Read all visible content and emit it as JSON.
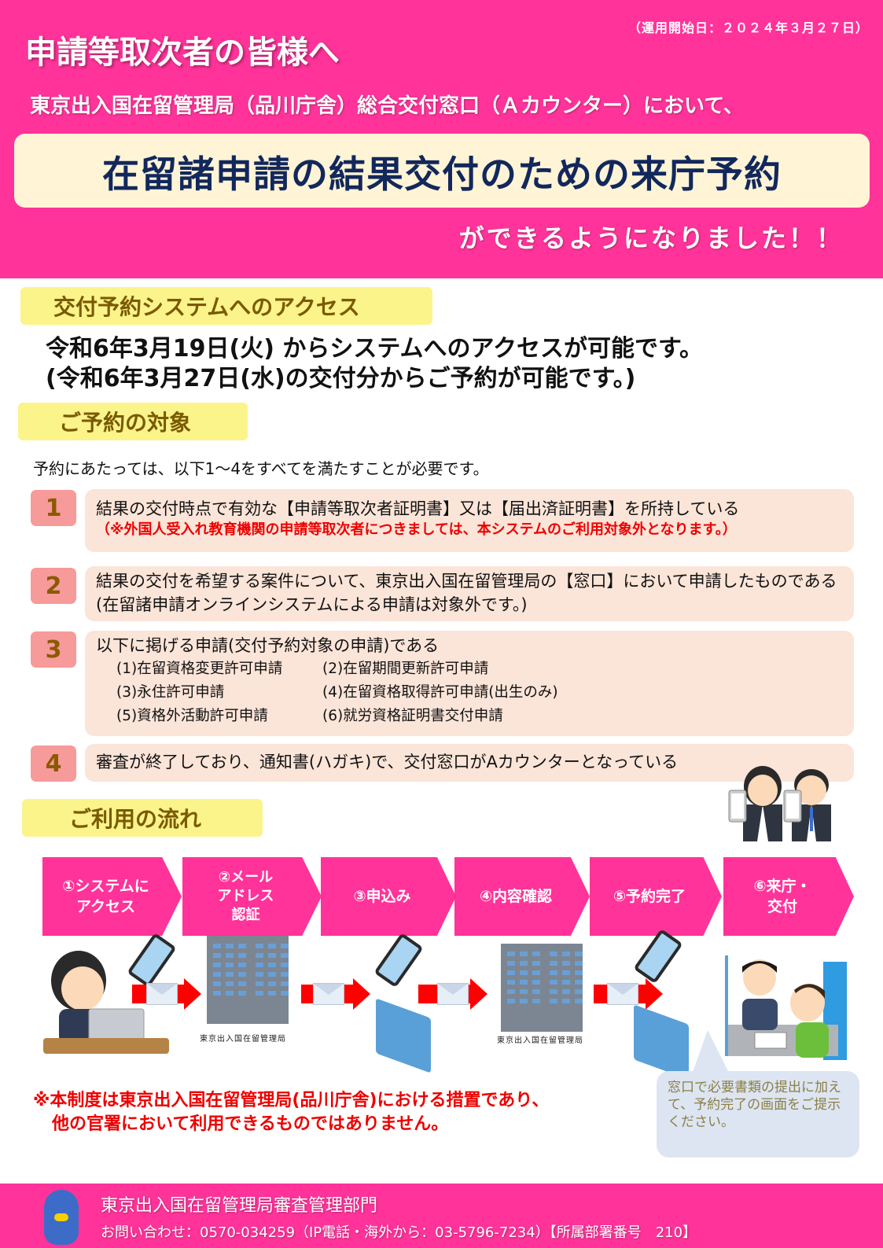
{
  "header": {
    "start_date": "（運用開始日：２０２４年３月２７日）",
    "greeting": "申請等取次者の皆様へ",
    "intro": "東京出入国在留管理局（品川庁舎）総合交付窓口（Ａカウンター）において、",
    "headline": "在留諸申請の結果交付のための来庁予約",
    "headline_tail": "ができるようになりました！！"
  },
  "access": {
    "label": "交付予約システムへのアクセス",
    "line1": "令和6年3月19日(火) からシステムへのアクセスが可能です。",
    "line2": "(令和6年3月27日(水)の交付分からご予約が可能です。)"
  },
  "eligibility": {
    "label": "ご予約の対象",
    "intro": "予約にあたっては、以下1～4をすべてを満たすことが必要です。",
    "items": [
      {
        "num": "1",
        "text": "結果の交付時点で有効な【申請等取次者証明書】又は【届出済証明書】を所持している",
        "note": "（※外国人受入れ教育機関の申請等取次者につきましては、本システムのご利用対象外となります。）"
      },
      {
        "num": "2",
        "text": "結果の交付を希望する案件について、東京出入国在留管理局の【窓口】において申請したものである(在留諸申請オンラインシステムによる申請は対象外です。)"
      },
      {
        "num": "3",
        "text": "以下に掲げる申請(交付予約対象の申請)である",
        "sub": [
          "(1)在留資格変更許可申請",
          "(2)在留期間更新許可申請",
          "(3)永住許可申請",
          "(4)在留資格取得許可申請(出生のみ)",
          "(5)資格外活動許可申請",
          "(6)就労資格証明書交付申請"
        ]
      },
      {
        "num": "4",
        "text": "審査が終了しており、通知書(ハガキ)で、交付窓口がAカウンターとなっている"
      }
    ]
  },
  "flow": {
    "label": "ご利用の流れ",
    "steps": [
      "①システムに\nアクセス",
      "②メール\nアドレス\n認証",
      "③申込み",
      "④内容確認",
      "⑤予約完了",
      "⑥来庁・\n交付"
    ],
    "building_label": "東京出入国在留管理局",
    "bubble": "窓口で必要書類の提出に加えて、予約完了の画面をご提示ください。"
  },
  "disclaimer": {
    "line1": "※本制度は東京出入国在留管理局(品川庁舎)における措置であり、",
    "line2": "他の官署において利用できるものではありません。"
  },
  "footer": {
    "org": "東京出入国在留管理局審査管理部門",
    "contact": "お問い合わせ：0570-034259（IP電話・海外から：03-5796-7234）【所属部署番号　210】"
  },
  "colors": {
    "brand_pink": "#ff3399",
    "headline_navy": "#12285c",
    "label_yellow": "#fbf48b",
    "badge_pink": "#f79a9a",
    "box_peach": "#fbe4d8",
    "alert_red": "#ee0000"
  }
}
